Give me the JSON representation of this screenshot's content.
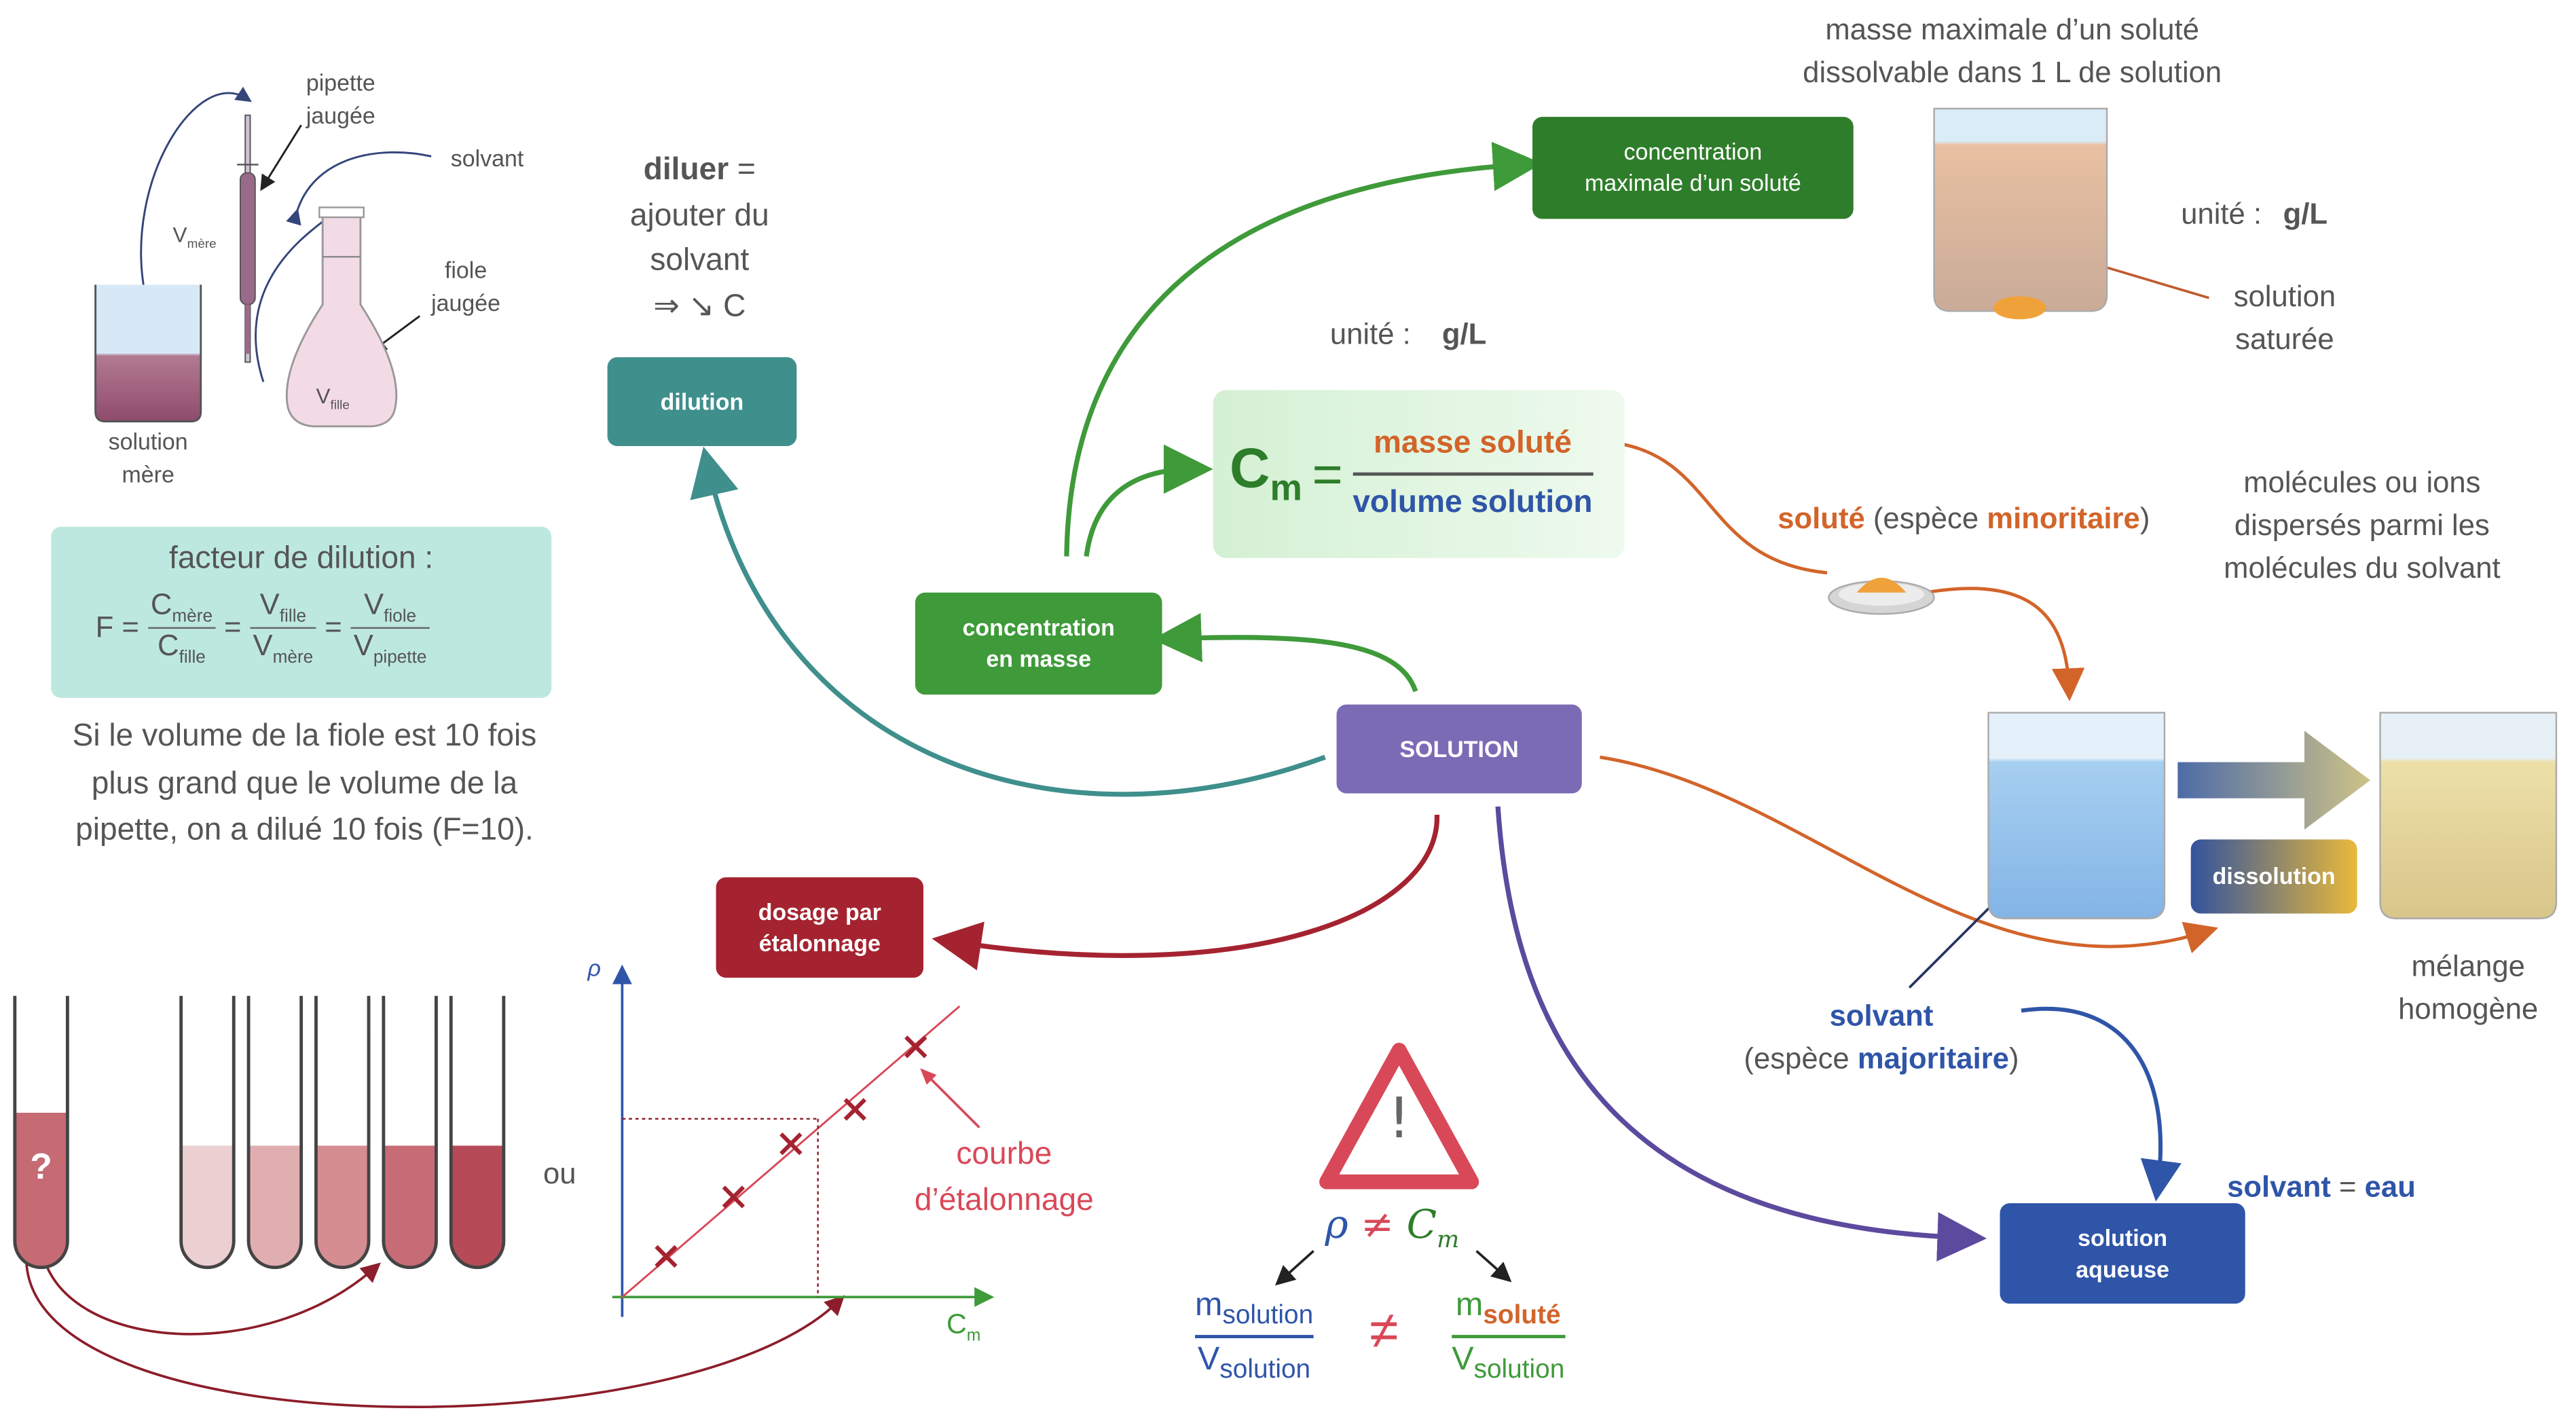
{
  "colors": {
    "dilution": "#3f8f8c",
    "concentration": "#3f9a3a",
    "concentration_max": "#2e7d2a",
    "solution": "#7b6bb5",
    "dosage": "#a52330",
    "aqueuse": "#2f55a8",
    "solute_orange": "#d2642a",
    "solvant_blue": "#2f55a8",
    "formula_bg": "#bde8e0"
  },
  "nodes": {
    "solution": "SOLUTION",
    "dilution": "dilution",
    "concentration_masse_l1": "concentration",
    "concentration_masse_l2": "en masse",
    "concentration_max_l1": "concentration",
    "concentration_max_l2": "maximale d’un soluté",
    "dosage_l1": "dosage par",
    "dosage_l2": "étalonnage",
    "solution_aqueuse_l1": "solution",
    "solution_aqueuse_l2": "aqueuse",
    "dissolution": "dissolution"
  },
  "dilution_note": {
    "diluer": "diluer",
    "equals": " =",
    "line2": "ajouter du",
    "line3": "solvant",
    "line4": "⇒ ↘ C"
  },
  "dilution_setup": {
    "pipette_l1": "pipette",
    "pipette_l2": "jaugée",
    "solvant": "solvant",
    "fiole_l1": "fiole",
    "fiole_l2": "jaugée",
    "v_mere": "V",
    "v_mere_sub": "mère",
    "v_fille": "V",
    "v_fille_sub": "fille",
    "solution_mere_l1": "solution",
    "solution_mere_l2": "mère"
  },
  "facteur": {
    "title": "facteur de dilution :",
    "F": "F =",
    "c_mere": "C",
    "c_mere_sub": "mère",
    "c_fille": "C",
    "c_fille_sub": "fille",
    "v_fille": "V",
    "v_fille_sub": "fille",
    "v_mere": "V",
    "v_mere_sub": "mère",
    "v_fiole": "V",
    "v_fiole_sub": "fiole",
    "v_pipette": "V",
    "v_pipette_sub": "pipette",
    "eq": "=",
    "note_l1": "Si le volume de la fiole est 10 fois",
    "note_l2": "plus grand que le volume de la",
    "note_l3": "pipette, on a dilué 10 fois (F=10)."
  },
  "cm_formula": {
    "cm": "C",
    "cm_sub": "m",
    "eq": "=",
    "num": "masse soluté",
    "den": "volume solution",
    "unit_label": "unité :",
    "unit_value": "g/L"
  },
  "saturation": {
    "top_l1": "masse maximale d’un soluté",
    "top_l2": "dissolvable dans 1 L de solution",
    "unit_label": "unité :",
    "unit_value": "g/L",
    "satured_l1": "solution",
    "satured_l2": "saturée"
  },
  "solute": {
    "solute": "soluté",
    "paren_open": " (espèce ",
    "minoritaire": "minoritaire",
    "paren_close": ")",
    "desc_l1": "molécules ou ions",
    "desc_l2": "dispersés parmi les",
    "desc_l3": "molécules du solvant"
  },
  "solvant": {
    "solvant": "solvant",
    "paren_open": "(espèce ",
    "majoritaire": "majoritaire",
    "paren_close": ")",
    "eau_solvant": "solvant",
    "eau_eq": " = ",
    "eau": "eau"
  },
  "melange_l1": "mélange",
  "melange_l2": "homogène",
  "tubes": {
    "unknown": "?",
    "ou": "ou",
    "colors": [
      "#ebcfd1",
      "#e0aeb1",
      "#d58d92",
      "#c76c75",
      "#b64b57"
    ],
    "unknown_color": "#c66a74"
  },
  "graph": {
    "y_axis": "ρ",
    "x_axis": "C",
    "x_axis_sub": "m",
    "curve_l1": "courbe",
    "curve_l2": "d’étalonnage"
  },
  "chart_data": {
    "type": "scatter",
    "x": [
      0.13,
      0.33,
      0.5,
      0.69,
      0.87
    ],
    "y": [
      0.13,
      0.32,
      0.49,
      0.6,
      0.8
    ],
    "measured_point": {
      "x": 0.58,
      "y": 0.57
    },
    "fit_line": {
      "x": [
        0,
        1
      ],
      "y": [
        0,
        0.93
      ]
    },
    "xlabel": "Cm",
    "ylabel": "ρ",
    "xlim": [
      0,
      1
    ],
    "ylim": [
      0,
      1
    ]
  },
  "warning": {
    "icon": "!",
    "rho": "ρ",
    "neq": "≠",
    "cm": "C",
    "cm_sub": "m",
    "m_sol": "m",
    "m_sol_sub": "solution",
    "v_sol": "V",
    "v_sol_sub": "solution",
    "m_solute": "m",
    "m_solute_sub": "soluté",
    "v_solute": "V",
    "v_solute_sub": "solution"
  }
}
